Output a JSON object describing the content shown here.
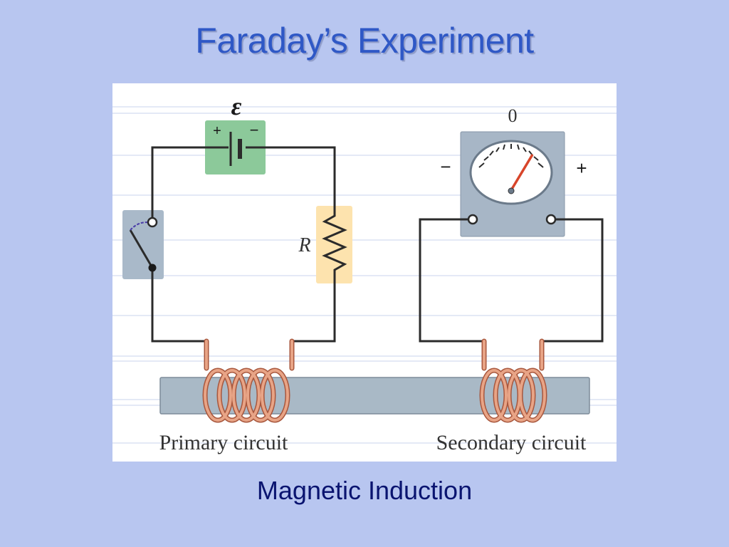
{
  "slide": {
    "title": "Faraday’s Experiment",
    "caption": "Magnetic Induction"
  },
  "diagram": {
    "emf_symbol": "ε",
    "battery_plus": "+",
    "battery_minus": "−",
    "resistor_label": "R",
    "meter_reading": "0",
    "meter_minus": "−",
    "meter_plus": "+",
    "primary_label": "Primary circuit",
    "secondary_label": "Secondary circuit"
  },
  "colors": {
    "background": "#b8c6f0",
    "title": "#2f58c6",
    "caption": "#0a1470",
    "battery_box": "#8cc99a",
    "switch_box": "#a9b9c9",
    "resistor_box": "#fde3ae",
    "meter_body": "#a7b6c6",
    "iron_bar": "#a9b9c6",
    "coil": "#d78868",
    "needle": "#d8452a"
  }
}
